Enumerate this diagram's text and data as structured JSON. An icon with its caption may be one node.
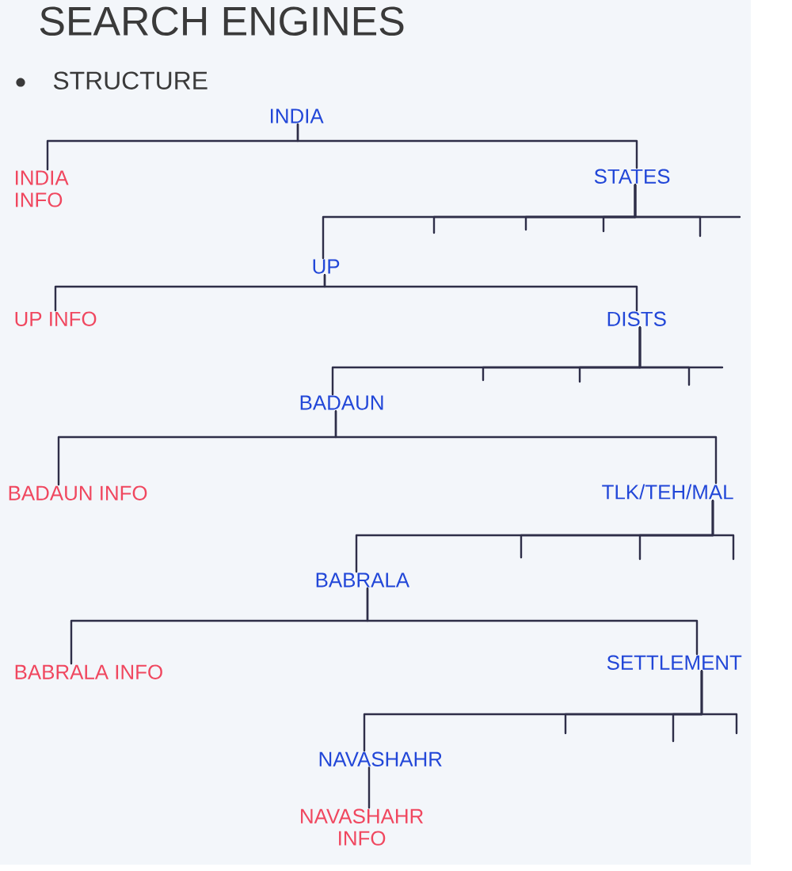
{
  "diagram": {
    "title": "SEARCH ENGINES",
    "nodes": [
      {
        "text": [
          "INDIA"
        ]
      },
      {
        "text": [
          "INDIA INFO"
        ]
      },
      {
        "text": [
          "STATES"
        ]
      },
      {
        "text": [
          "UP"
        ]
      },
      {
        "text": [
          "UP INFO"
        ]
      },
      {
        "text": [
          "DISTS"
        ]
      },
      {
        "text": [
          "BADAUN"
        ]
      },
      {
        "text": [
          "BADAUN INFO"
        ]
      },
      {
        "text": [
          "TLK/TEH/MAL"
        ]
      },
      {
        "text": [
          "BABRALA"
        ]
      },
      {
        "text": [
          "BABRALA INFO"
        ]
      },
      {
        "text": [
          "SETTLEMENT"
        ]
      },
      {
        "text": [
          "NAVASHAHR"
        ]
      },
      {
        "text": [
          "NAVASHAHR INFO"
        ]
      }
    ],
    "edges": [
      {
        "from": 0,
        "to": 1,
        "arrow": "none"
      },
      {
        "from": 0,
        "to": 2,
        "arrow": "none"
      },
      {
        "from": 2,
        "to": 3,
        "arrow": "none"
      },
      {
        "from": 2,
        "to": null,
        "arrow": "none"
      },
      {
        "from": 2,
        "to": null,
        "arrow": "none"
      },
      {
        "from": 2,
        "to": null,
        "arrow": "none"
      },
      {
        "from": 2,
        "to": null,
        "arrow": "none"
      },
      {
        "from": 2,
        "to": null,
        "arrow": "none"
      },
      {
        "from": 3,
        "to": 4,
        "arrow": "none"
      },
      {
        "from": 3,
        "to": 5,
        "arrow": "none"
      },
      {
        "from": 5,
        "to": 6,
        "arrow": "none"
      },
      {
        "from": 5,
        "to": null,
        "arrow": "none"
      },
      {
        "from": 5,
        "to": null,
        "arrow": "none"
      },
      {
        "from": 5,
        "to": null,
        "arrow": "none"
      },
      {
        "from": 5,
        "to": null,
        "arrow": "none"
      },
      {
        "from": 6,
        "to": 7,
        "arrow": "none"
      },
      {
        "from": 6,
        "to": 8,
        "arrow": "none"
      },
      {
        "from": 8,
        "to": 9,
        "arrow": "none"
      },
      {
        "from": 8,
        "to": null,
        "arrow": "none"
      },
      {
        "from": 8,
        "to": null,
        "arrow": "none"
      },
      {
        "from": 8,
        "to": null,
        "arrow": "none"
      },
      {
        "from": 9,
        "to": 10,
        "arrow": "none"
      },
      {
        "from": 9,
        "to": 11,
        "arrow": "none"
      },
      {
        "from": 11,
        "to": 12,
        "arrow": "none"
      },
      {
        "from": 11,
        "to": null,
        "arrow": "none"
      },
      {
        "from": 11,
        "to": null,
        "arrow": "none"
      },
      {
        "from": 11,
        "to": null,
        "arrow": "none"
      },
      {
        "from": 12,
        "to": 13,
        "arrow": "none"
      }
    ],
    "labels": [
      "STRUCTURE"
    ]
  }
}
